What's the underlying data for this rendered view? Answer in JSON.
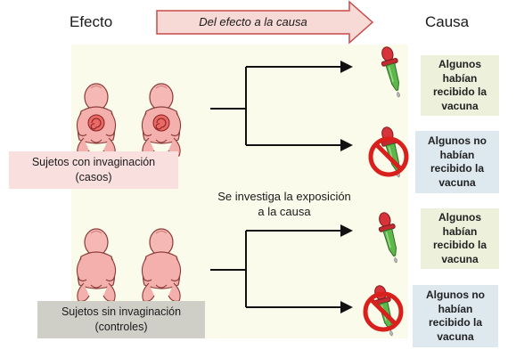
{
  "header": {
    "effect_title": "Efecto",
    "cause_title": "Causa",
    "banner_text": "Del efecto a la causa"
  },
  "groups": {
    "cases_line1": "Sujetos con invaginación",
    "cases_line2": "(casos)",
    "controls_line1": "Sujetos sin invaginación",
    "controls_line2": "(controles)"
  },
  "middle": {
    "line1": "Se investiga la exposición",
    "line2": "a la causa"
  },
  "outcomes": [
    {
      "line1": "Algunos",
      "line2": "habían",
      "line3": "recibido la",
      "line4": "vacuna"
    },
    {
      "line1": "Algunos no",
      "line2": "habían",
      "line3": "recibido la",
      "line4": "vacuna"
    },
    {
      "line1": "Algunos",
      "line2": "habían",
      "line3": "recibido la",
      "line4": "vacuna"
    },
    {
      "line1": "Algunos no",
      "line2": "habían",
      "line3": "recibido la",
      "line4": "vacuna"
    }
  ],
  "colors": {
    "panel": "#fbfbec",
    "banner_fill": "#f7d9d6",
    "banner_stroke": "#c94a4a",
    "cases_box": "#fadfdf",
    "controls_box": "#cfcfc8",
    "vaccinated_box": "#edf1dc",
    "not_vaccinated_box": "#dde8ef",
    "no_sign": "#d8201c",
    "dropper_bulb": "#d8333a",
    "dropper_tube": "#5cb84a"
  },
  "icons": [
    "baby-icon",
    "dropper-icon",
    "no-sign-icon",
    "arrow-right-icon"
  ]
}
